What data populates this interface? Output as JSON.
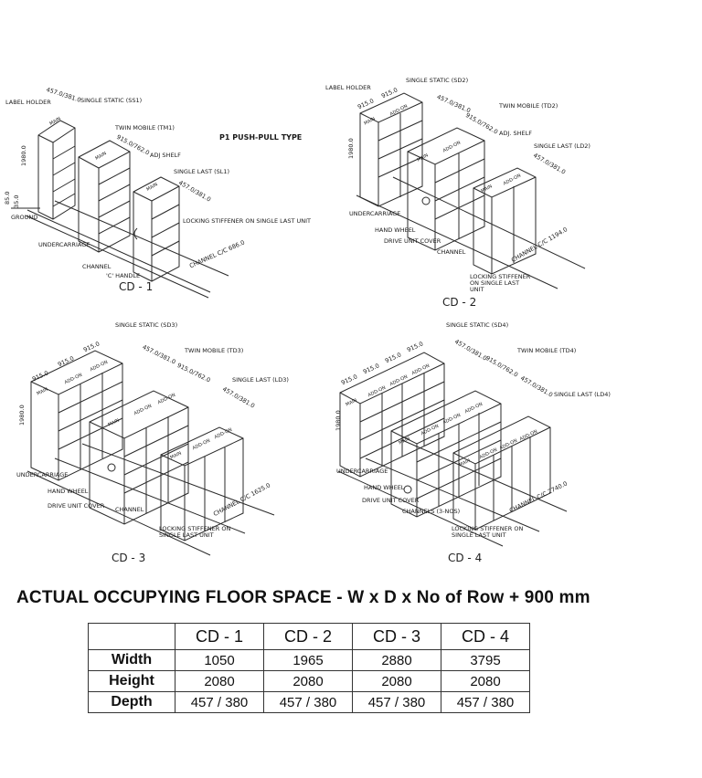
{
  "cd1": {
    "name": "CD - 1",
    "type_label": "P1 PUSH-PULL TYPE",
    "labels": {
      "label_holder": "LABEL HOLDER",
      "single_static": "SINGLE STATIC (SS1)",
      "twin_mobile": "TWIN MOBILE (TM1)",
      "adj_shelf": "ADJ SHELF",
      "single_last": "SINGLE LAST (SL1)",
      "locking_stiffener": "LOCKING STIFFENER ON SINGLE LAST UNIT",
      "undercarriage": "UNDERCARRIAGE",
      "channel": "CHANNEL",
      "c_handle": "'C' HANDLE",
      "channel_cc": "CHANNEL C/C 686.0",
      "ground": "GROUND",
      "dim_457": "457.0/381.0",
      "dim_915_762": "915.0/762.0",
      "dim_457b": "457.0/381.0",
      "dim_1980": "1980.0",
      "dim_850": "85.0",
      "dim_350": "35.0",
      "main": "MAIN"
    }
  },
  "cd2": {
    "name": "CD - 2",
    "labels": {
      "label_holder": "LABEL HOLDER",
      "single_static": "SINGLE STATIC (SD2)",
      "twin_mobile": "TWIN MOBILE (TD2)",
      "adj_shelf": "ADJ. SHELF",
      "single_last": "SINGLE LAST (LD2)",
      "undercarriage": "UNDERCARRIAGE",
      "hand_wheel": "HAND WHEEL",
      "drive_unit_cover": "DRIVE UNIT COVER",
      "channel": "CHANNEL",
      "channel_cc": "CHANNEL C/C 1194.0",
      "locking_stiffener": "LOCKING STIFFENER ON SINGLE LAST UNIT",
      "dim_915a": "915.0",
      "dim_915b": "915.0",
      "dim_457": "457.0/381.0",
      "dim_915_762": "915.0/762.0",
      "dim_457b": "457.0/381.0",
      "dim_1980": "1980.0",
      "main": "MAIN",
      "add_on": "ADD-ON"
    }
  },
  "cd3": {
    "name": "CD - 3",
    "labels": {
      "single_static": "SINGLE STATIC (SD3)",
      "twin_mobile": "TWIN MOBILE (TD3)",
      "single_last": "SINGLE LAST (LD3)",
      "undercarriage": "UNDERCARRIAGE",
      "hand_wheel": "HAND WHEEL",
      "drive_unit_cover": "DRIVE UNIT COVER",
      "channel": "CHANNEL",
      "channel_cc": "CHANNEL C/C 1625.0",
      "locking_stiffener": "LOCKING STIFFENER ON SINGLE LAST UNIT",
      "dim_915a": "915.0",
      "dim_915b": "915.0",
      "dim_915c": "915.0",
      "dim_457": "457.0/381.0",
      "dim_915_762": "915.0/762.0",
      "dim_457b": "457.0/381.0",
      "dim_1980": "1980.0",
      "main": "MAIN",
      "add_on": "ADD-ON"
    }
  },
  "cd4": {
    "name": "CD - 4",
    "labels": {
      "single_static": "SINGLE STATIC (SD4)",
      "twin_mobile": "TWIN MOBILE (TD4)",
      "single_last": "SINGLE LAST (LD4)",
      "undercarriage": "UNDERCARRIAGE",
      "hand_wheel": "HAND WHEEL",
      "drive_unit_cover": "DRIVE UNIT COVER",
      "channels": "CHANNELS (3-NOS)",
      "channel_cc": "CHANNEL C/C 2740.0",
      "locking_stiffener": "LOCKING STIFFENER ON SINGLE LAST UNIT",
      "dim_915a": "915.0",
      "dim_915b": "915.0",
      "dim_915c": "915.0",
      "dim_915d": "915.0",
      "dim_457": "457.0/381.0",
      "dim_915_762": "915.0/762.0",
      "dim_457b": "457.0/381.0",
      "dim_1980": "1980.0",
      "main": "MAIN",
      "add_on": "ADD-ON"
    }
  },
  "floor_space_title": "ACTUAL OCCUPYING FLOOR SPACE - W x D x No of Row + 900 mm",
  "table": {
    "headers": [
      "",
      "CD - 1",
      "CD - 2",
      "CD - 3",
      "CD - 4"
    ],
    "rows": [
      [
        "Width",
        "1050",
        "1965",
        "2880",
        "3795"
      ],
      [
        "Height",
        "2080",
        "2080",
        "2080",
        "2080"
      ],
      [
        "Depth",
        "457 / 380",
        "457 / 380",
        "457 / 380",
        "457 / 380"
      ]
    ]
  },
  "colors": {
    "line": "#2a2a2a",
    "text": "#111111",
    "background": "#ffffff"
  }
}
